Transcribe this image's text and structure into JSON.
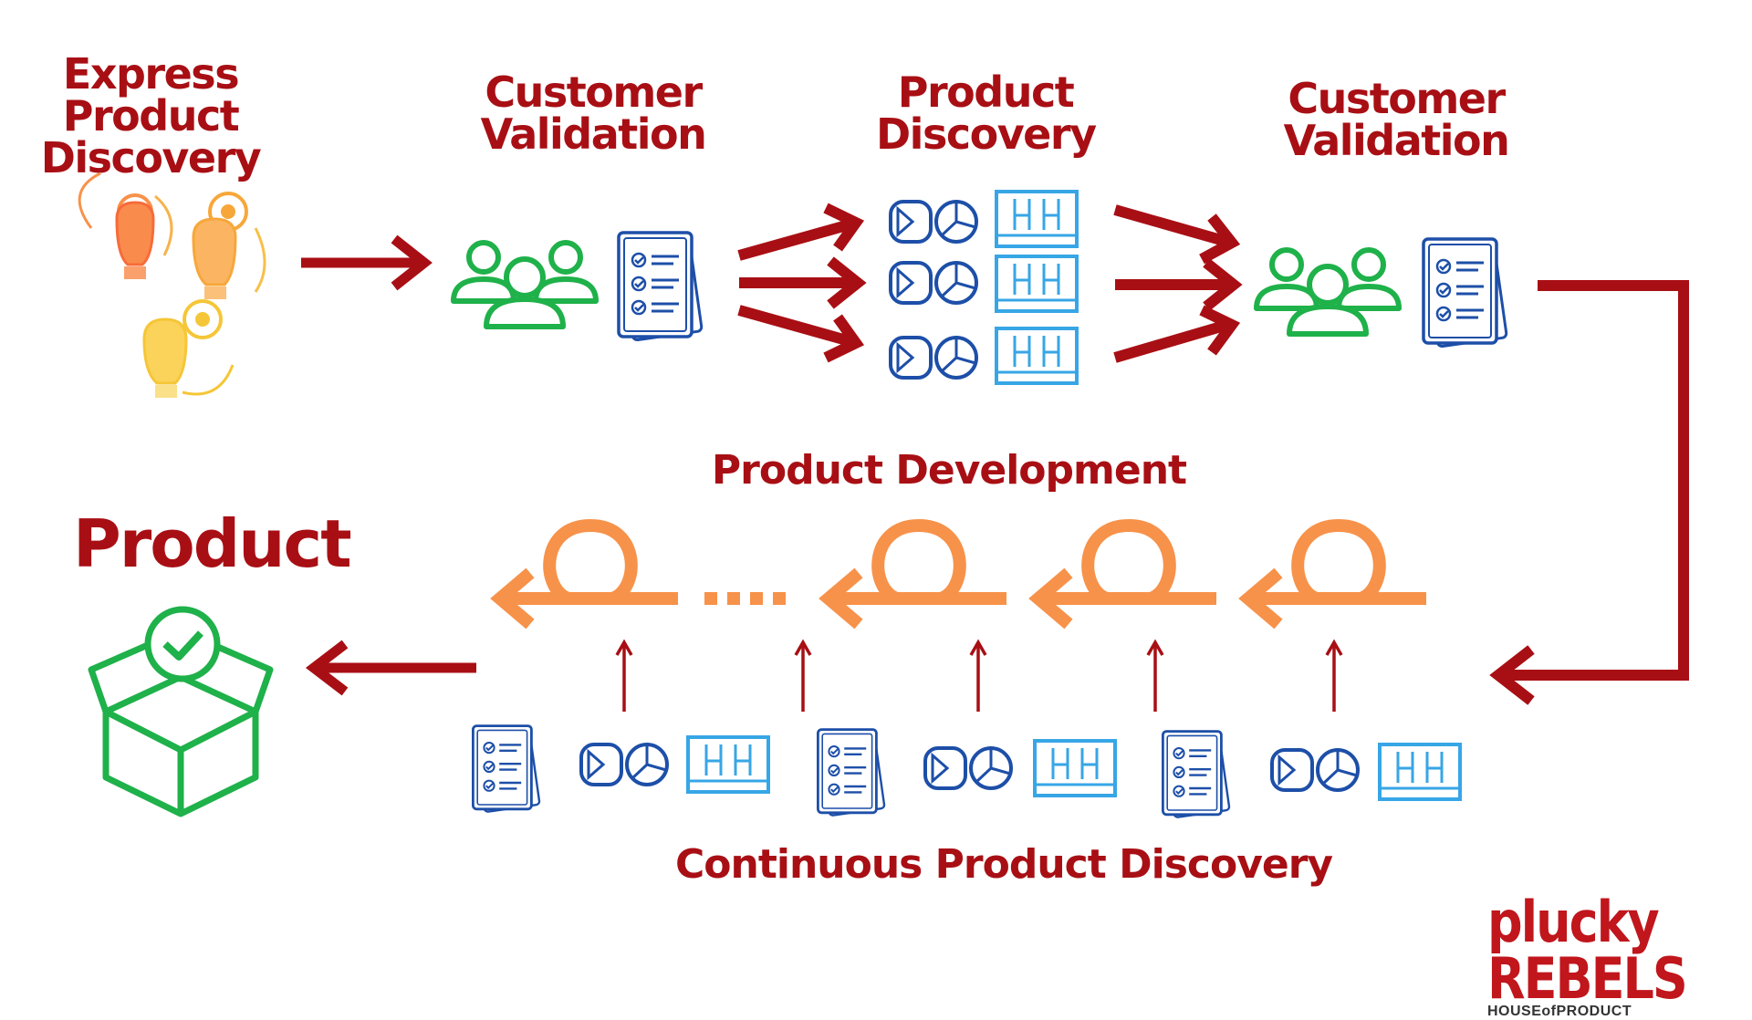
{
  "stages": {
    "express": {
      "lines": [
        "Express",
        "Product",
        "Discovery"
      ]
    },
    "validation_1": {
      "lines": [
        "Customer",
        "Validation"
      ]
    },
    "discovery": {
      "lines": [
        "Product",
        "Discovery"
      ]
    },
    "validation_2": {
      "lines": [
        "Customer",
        "Validation"
      ]
    }
  },
  "product_label": "Product",
  "development_label": "Product Development",
  "continuous_label": "Continuous Product Discovery",
  "brand": {
    "name": "plucky REBELS",
    "tagline": "HOUSEofPRODUCT"
  },
  "colors": {
    "red": "#a80f14",
    "orange": "#f7924a",
    "green": "#1fb14a",
    "navy": "#1d4fa8",
    "light_blue": "#37a6e6"
  },
  "icons": [
    "lightbulb-gears-icon",
    "people-group-icon",
    "checklist-clipboard-icon",
    "charts-icon",
    "table-icon",
    "box-check-icon",
    "loop-arrow-icon"
  ]
}
